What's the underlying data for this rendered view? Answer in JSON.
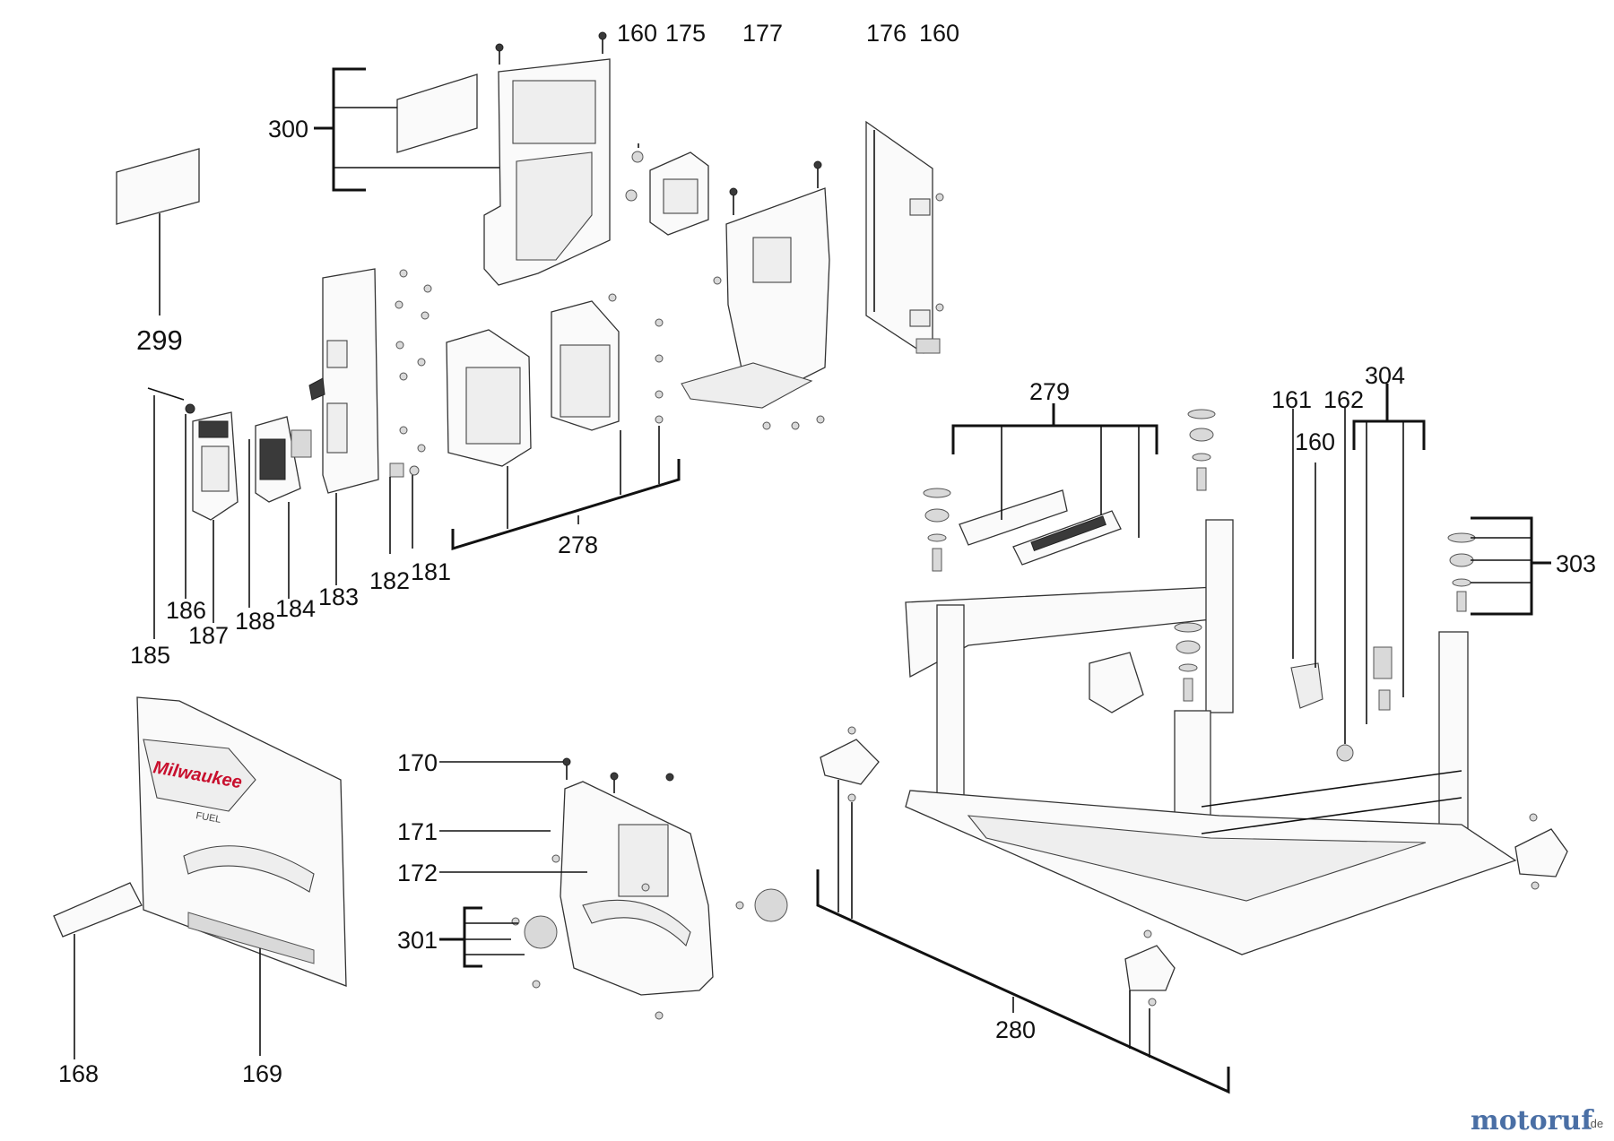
{
  "labels": {
    "l299": "299",
    "l300": "300",
    "l160a": "160",
    "l175": "175",
    "l177": "177",
    "l176": "176",
    "l160b": "160",
    "l185": "185",
    "l186": "186",
    "l187": "187",
    "l188": "188",
    "l184": "184",
    "l183": "183",
    "l182": "182",
    "l181": "181",
    "l278": "278",
    "l279": "279",
    "l161": "161",
    "l162": "162",
    "l160c": "160",
    "l304": "304",
    "l303": "303",
    "l170": "170",
    "l171": "171",
    "l172": "172",
    "l301": "301",
    "l168": "168",
    "l169": "169",
    "l280": "280"
  },
  "brand": {
    "logo_text": "Milwaukee",
    "fuel_text": "FUEL"
  },
  "watermark": {
    "main": "motoruf",
    "suffix": ".de"
  },
  "colors": {
    "line": "#111111",
    "wm_blue": "#4a6fa5",
    "wm_orange": "#e07b1f",
    "brand_red": "#c8102e"
  }
}
